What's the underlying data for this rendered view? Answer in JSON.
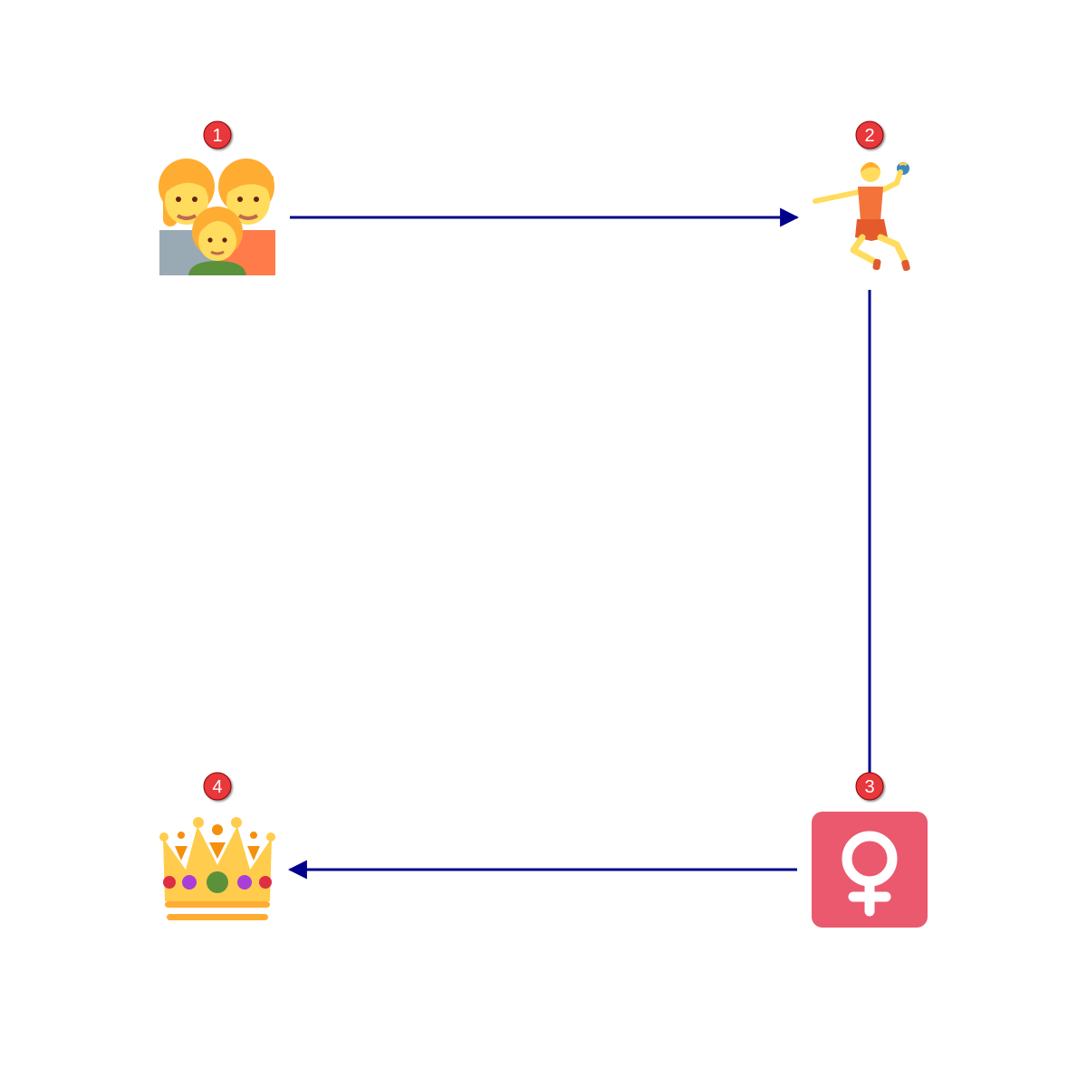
{
  "diagram": {
    "nodes": [
      {
        "id": 1,
        "badge": "1",
        "icon": "family-icon"
      },
      {
        "id": 2,
        "badge": "2",
        "icon": "person-playing-handball-icon"
      },
      {
        "id": 3,
        "badge": "3",
        "icon": "female-sign-icon"
      },
      {
        "id": 4,
        "badge": "4",
        "icon": "crown-icon"
      }
    ],
    "edges": [
      {
        "from": 1,
        "to": 2
      },
      {
        "from": 2,
        "to": 3
      },
      {
        "from": 3,
        "to": 4
      }
    ],
    "colors": {
      "edge": "#00008b",
      "badge": "#e8393b",
      "female_sign_bg": "#ea596e"
    }
  }
}
